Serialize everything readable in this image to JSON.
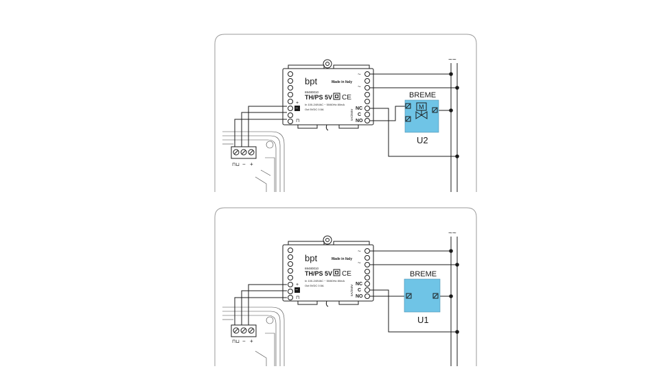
{
  "diagrams": [
    {
      "id": "top",
      "supply_symbol": "~~",
      "device": {
        "brand": "bpt",
        "code": "69480010",
        "model": "TH/PS 5V",
        "made_in": "Made in Italy",
        "ce": "CE",
        "spec_in": "In 100-240VAC ~ 50/60Hz 80mA",
        "spec_out": "Out 5VDC 0.5A",
        "side_label": "5A/250V",
        "plus": "+",
        "minus": "−",
        "ac1": "~",
        "ac2": "~",
        "nc": "NC",
        "c": "C",
        "no": "NO"
      },
      "terminal_block": {
        "l1": "⊓⊔",
        "l2": "−",
        "l3": "+"
      },
      "actuator": {
        "name": "BREME",
        "unit": "U2",
        "motor": "M",
        "has_motor": true
      }
    },
    {
      "id": "bottom",
      "supply_symbol": "~~",
      "device": {
        "brand": "bpt",
        "code": "69480010",
        "model": "TH/PS 5V",
        "made_in": "Made in Italy",
        "ce": "CE",
        "spec_in": "In 100-240VAC ~ 50/60Hz 80mA",
        "spec_out": "Out 5VDC 0.5A",
        "side_label": "5A/250V",
        "plus": "+",
        "minus": "−",
        "ac1": "~",
        "ac2": "~",
        "nc": "NC",
        "c": "C",
        "no": "NO"
      },
      "terminal_block": {
        "l1": "⊓⊔",
        "l2": "−",
        "l3": "+"
      },
      "actuator": {
        "name": "BREME",
        "unit": "U1",
        "has_motor": false
      }
    }
  ]
}
